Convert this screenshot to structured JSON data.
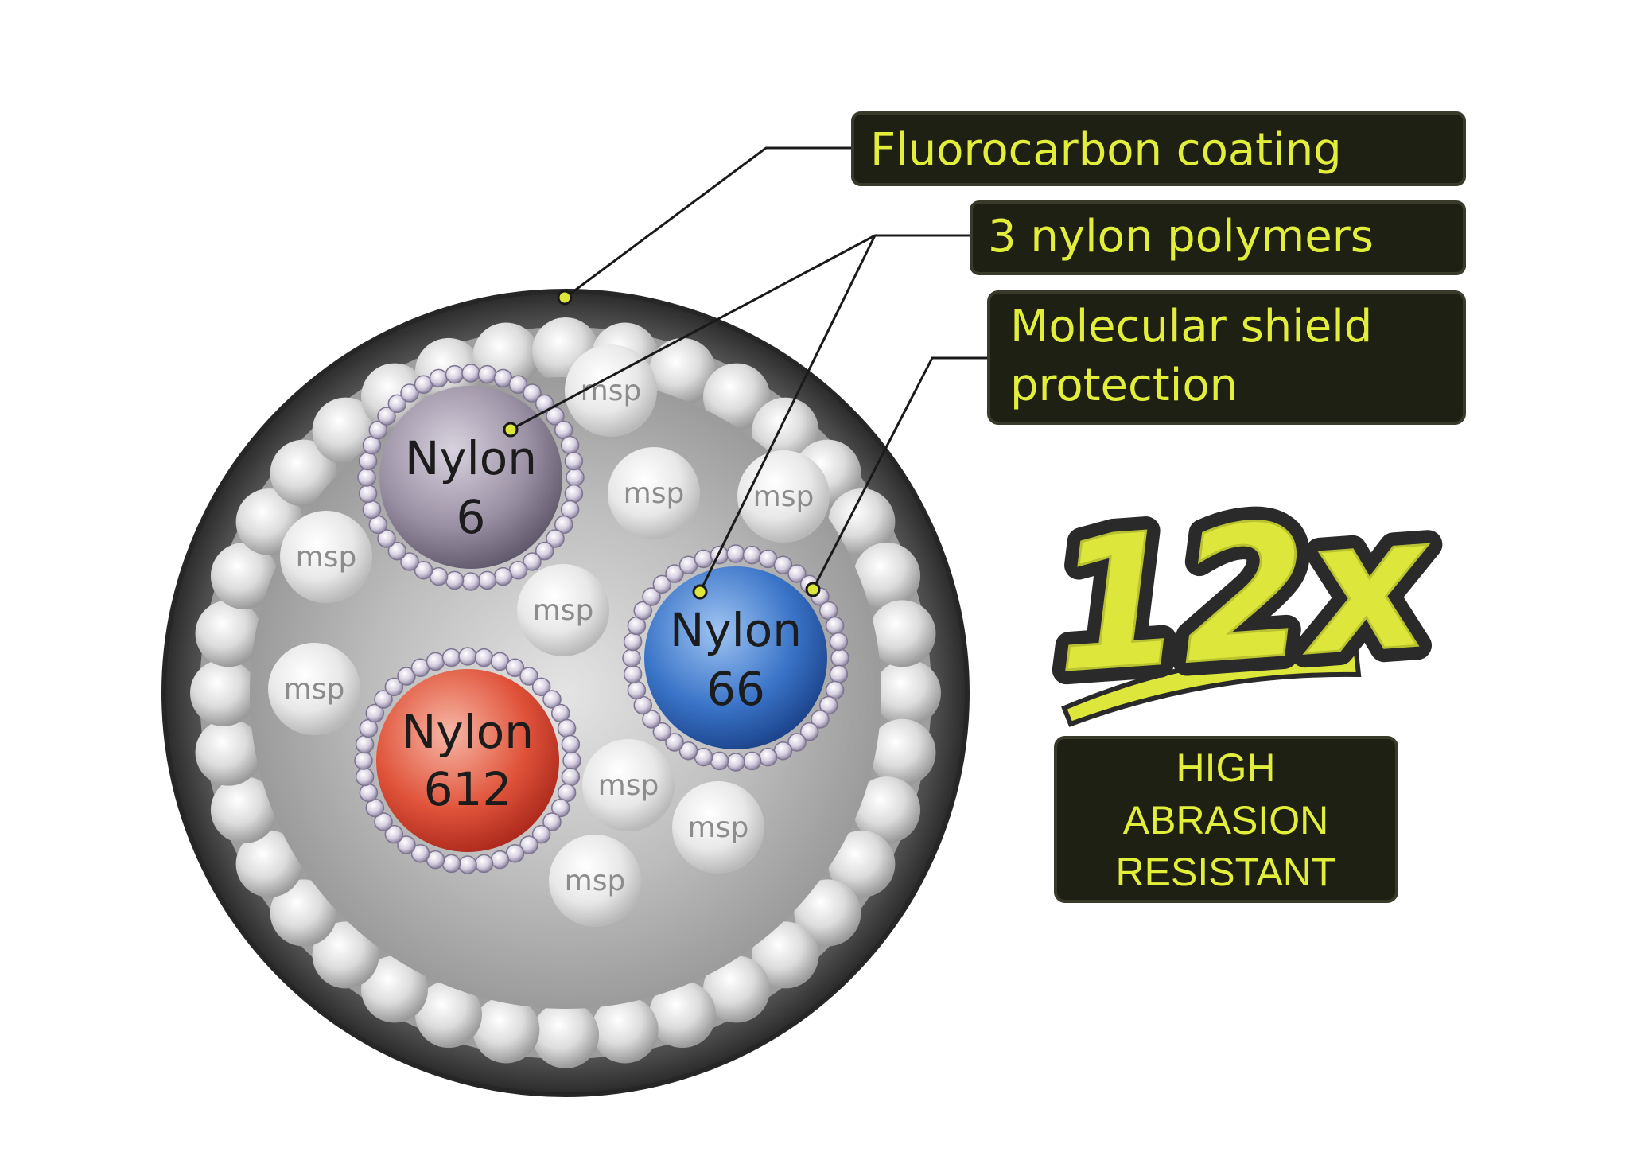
{
  "labels": {
    "fluorocarbon": "Fluorocarbon coating",
    "polymers": "3 nylon polymers",
    "shield_line1": "Molecular shield",
    "shield_line2": "protection"
  },
  "cores": [
    {
      "line1": "Nylon",
      "line2": "6",
      "color": "#8f8598"
    },
    {
      "line1": "Nylon",
      "line2": "66",
      "color": "#3e78c8"
    },
    {
      "line1": "Nylon",
      "line2": "612",
      "color": "#e0533a"
    }
  ],
  "msp_label": "msp",
  "badge": {
    "value": "12x",
    "line1": "HIGH",
    "line2": "ABRASION",
    "line3": "RESISTANT"
  },
  "colors": {
    "label_bg": "#1f2014",
    "label_text": "#e2ef3a",
    "outer_ring": "#3a3a3a",
    "accent_yellow": "#dde63a"
  }
}
